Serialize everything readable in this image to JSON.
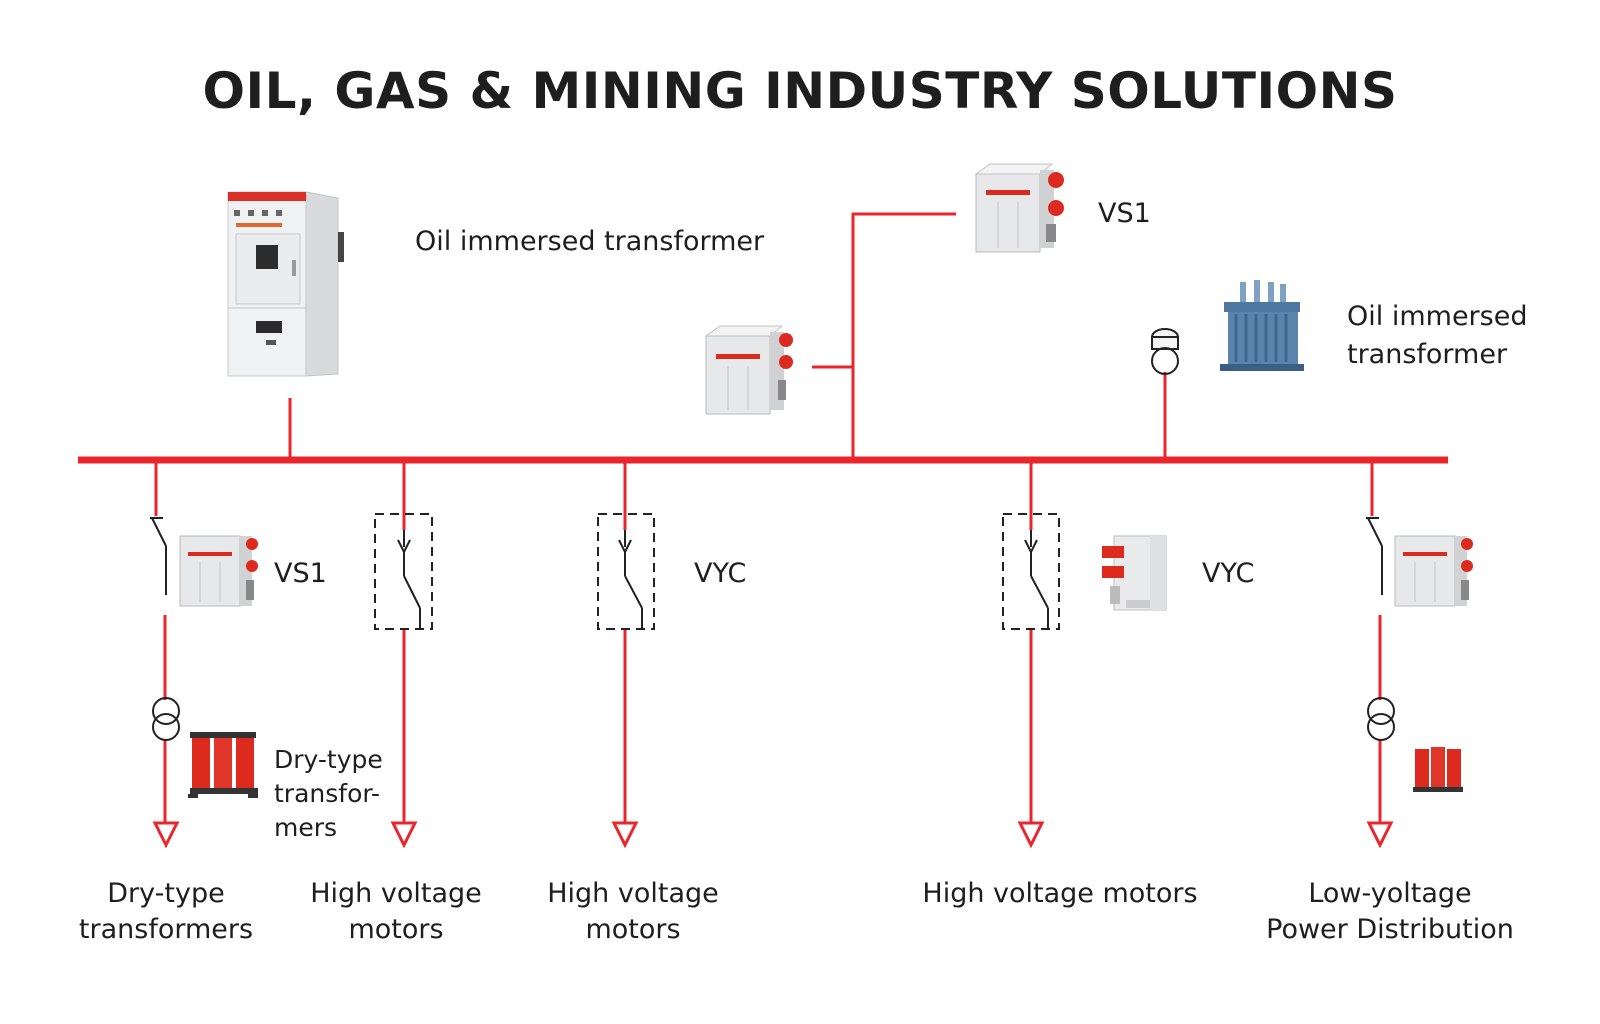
{
  "title": "OIL, GAS & MINING INDUSTRY SOLUTIONS",
  "colors": {
    "bus_red": "#e8262c",
    "device_red": "#dd2a1f",
    "device_grey": "#e7e8e9",
    "transformer_blue": "#5b84ad",
    "text": "#1e1e1e"
  },
  "top_labels": {
    "switchgear_caption": "Oil immersed transformer",
    "vs1_top": "VS1",
    "oil_transformer_line1": "Oil immersed",
    "oil_transformer_line2": "transformer"
  },
  "feeder_labels": {
    "vs1": "VS1",
    "vyc_1": "VYC",
    "vyc_2": "VYC",
    "dry_type_side_line1": "Dry-type",
    "dry_type_side_line2": "transfor-",
    "dry_type_side_line3": "mers"
  },
  "bottom_labels": {
    "f1_line1": "Dry-type",
    "f1_line2": "transformers",
    "f2_line1": "High voltage",
    "f2_line2": "motors",
    "f3_line1": "High voltage",
    "f3_line2": "motors",
    "f4": "High voltage motors",
    "f5_line1": "Low-yoltage",
    "f5_line2": "Power Distribution"
  },
  "icons": {
    "switchgear": "switchgear-cabinet-icon",
    "breaker": "vacuum-circuit-breaker-icon",
    "contactor": "vacuum-contactor-icon",
    "oil_transformer": "oil-transformer-icon",
    "dry_transformer": "dry-type-transformer-icon",
    "ct": "current-transformer-symbol-icon",
    "load": "load-arrow-icon"
  }
}
